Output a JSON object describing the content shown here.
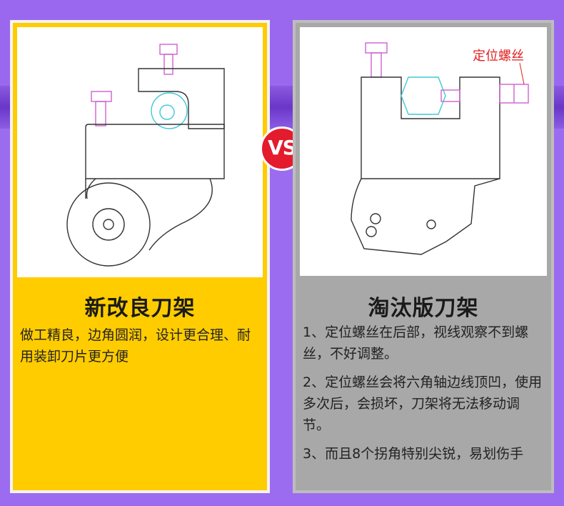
{
  "vs_label": "VS",
  "left_panel": {
    "title": "新改良刀架",
    "description": "做工精良，边角圆润，设计更合理、耐用装卸刀片更方便"
  },
  "right_panel": {
    "title": "淘汰版刀架",
    "callout_label": "定位螺丝",
    "points": [
      "1、定位螺丝在后部，视线观察不到螺丝，不好调整。",
      "2、定位螺丝会将六角轴边线顶凹，使用多次后，会损坏，刀架将无法移动调节。",
      "3、而且8个拐角特别尖锐，易划伤手"
    ]
  },
  "colors": {
    "left_panel_bg": "#ffcc00",
    "right_panel_bg": "#a8a8a8",
    "vs_badge": "#e31b2d",
    "background": "#9c6cf0",
    "screw_outline": "#d060d0",
    "hex_outline": "#40c8d8",
    "callout_text": "#e02020"
  }
}
